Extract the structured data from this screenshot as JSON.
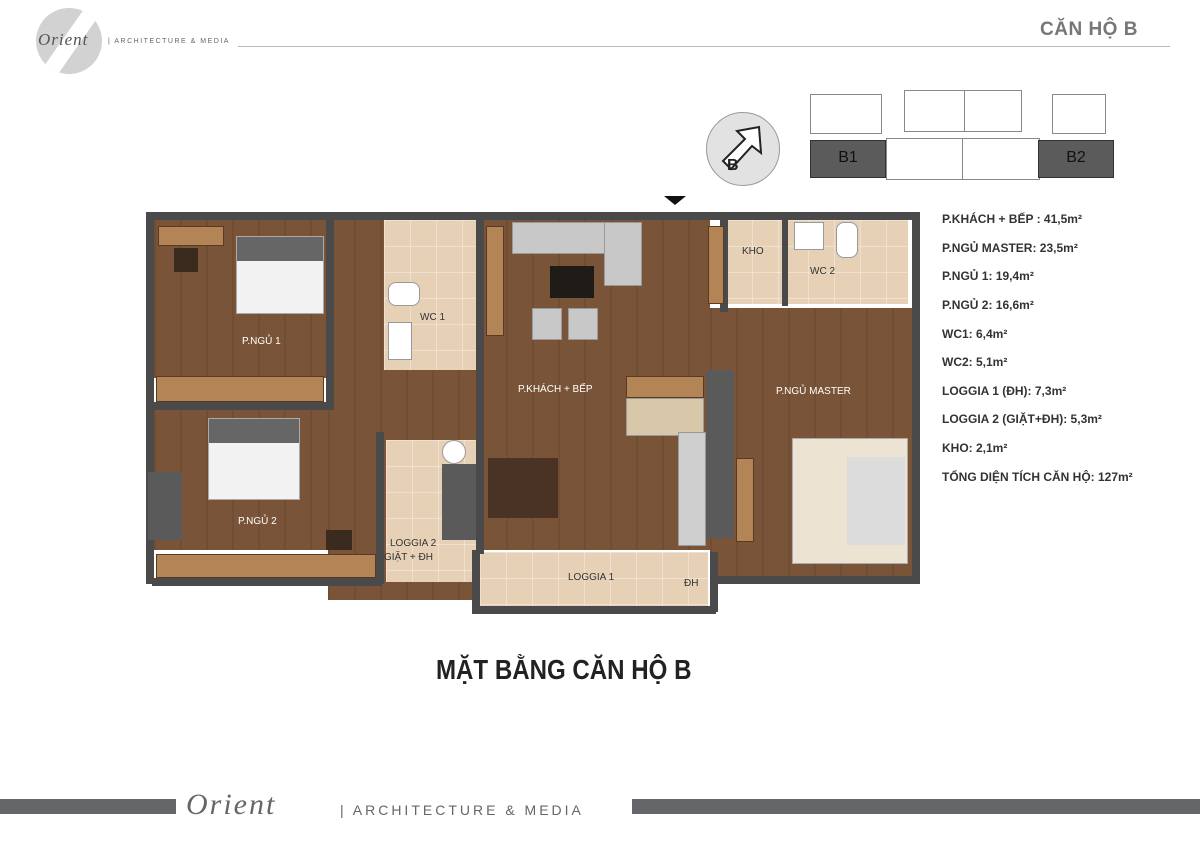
{
  "header": {
    "logo_text": "Orient",
    "logo_subtitle": "| ARCHITECTURE & MEDIA",
    "page_title": "CĂN HỘ B"
  },
  "orientation": {
    "compass_label": "B"
  },
  "key_plan": {
    "units": [
      "B1",
      "B2"
    ]
  },
  "plan": {
    "rooms": {
      "bedroom1": "P.NGỦ 1",
      "bedroom2": "P.NGỦ 2",
      "wc1": "WC 1",
      "living_kitchen": "P.KHÁCH + BẾP",
      "kho": "KHO",
      "wc2": "WC 2",
      "master": "P.NGỦ MASTER",
      "loggia2_line1": "LOGGIA 2",
      "loggia2_line2": "GIẶT + ĐH",
      "loggia1": "LOGGIA 1",
      "dh": "ĐH"
    }
  },
  "areas": [
    "P.KHÁCH + BẾP : 41,5m²",
    "P.NGỦ MASTER: 23,5m²",
    "P.NGỦ 1: 19,4m²",
    "P.NGỦ 2: 16,6m²",
    "WC1: 6,4m²",
    "WC2: 5,1m²",
    "LOGGIA 1 (ĐH): 7,3m²",
    "LOGGIA 2 (GIẶT+ĐH): 5,3m²",
    "KHO: 2,1m²",
    "TỔNG DIỆN TÍCH CĂN HỘ: 127m²"
  ],
  "plan_title": "MẶT BẰNG CĂN HỘ B",
  "footer": {
    "logo_text": "Orient",
    "subtitle": "| ARCHITECTURE & MEDIA"
  },
  "colors": {
    "wood_floor": "#7a5438",
    "tile_floor": "#e6d0b6",
    "wall": "#4a4a4a",
    "footer_bar": "#65666a"
  }
}
